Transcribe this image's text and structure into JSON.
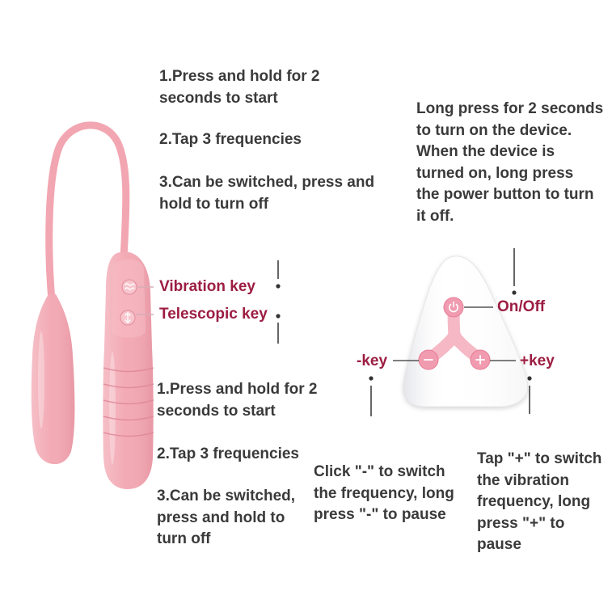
{
  "top_steps": {
    "step1": "1.Press and hold for 2\nseconds to start",
    "step2": "2.Tap 3 frequencies",
    "step3": "3.Can be switched, press and\nhold to turn off"
  },
  "power_instructions": "Long press for 2 seconds\nto turn on the device.\nWhen the device is\nturned on, long press\nthe power button to turn\nit off.",
  "device_keys": {
    "vibration_key": "Vibration key",
    "telescopic_key": "Telescopic key"
  },
  "bottom_steps": {
    "step1": "1.Press and hold for 2\nseconds to start",
    "step2": "2.Tap 3 frequencies",
    "step3": "3.Can be switched,\npress and hold to\nturn off"
  },
  "remote_keys": {
    "on_off": "On/Off",
    "minus_key": "-key",
    "plus_key": "+key"
  },
  "remote_instructions": {
    "minus": "Click \"-\" to switch\nthe frequency, long\npress \"-\" to pause",
    "plus": "Tap \"+\" to switch\nthe vibration\nfrequency, long\npress \"+\" to\npause"
  },
  "colors": {
    "text": "#3a3a3a",
    "label": "#9c1d42",
    "device_pink": "#f2a6b1",
    "remote_pink": "#f19bb0",
    "remote_body": "#ffffff"
  },
  "icons": {
    "vibration_button": "vibration-icon",
    "telescopic_button": "telescopic-icon",
    "power_button": "power-icon",
    "minus_button": "minus-icon",
    "plus_button": "plus-icon"
  }
}
